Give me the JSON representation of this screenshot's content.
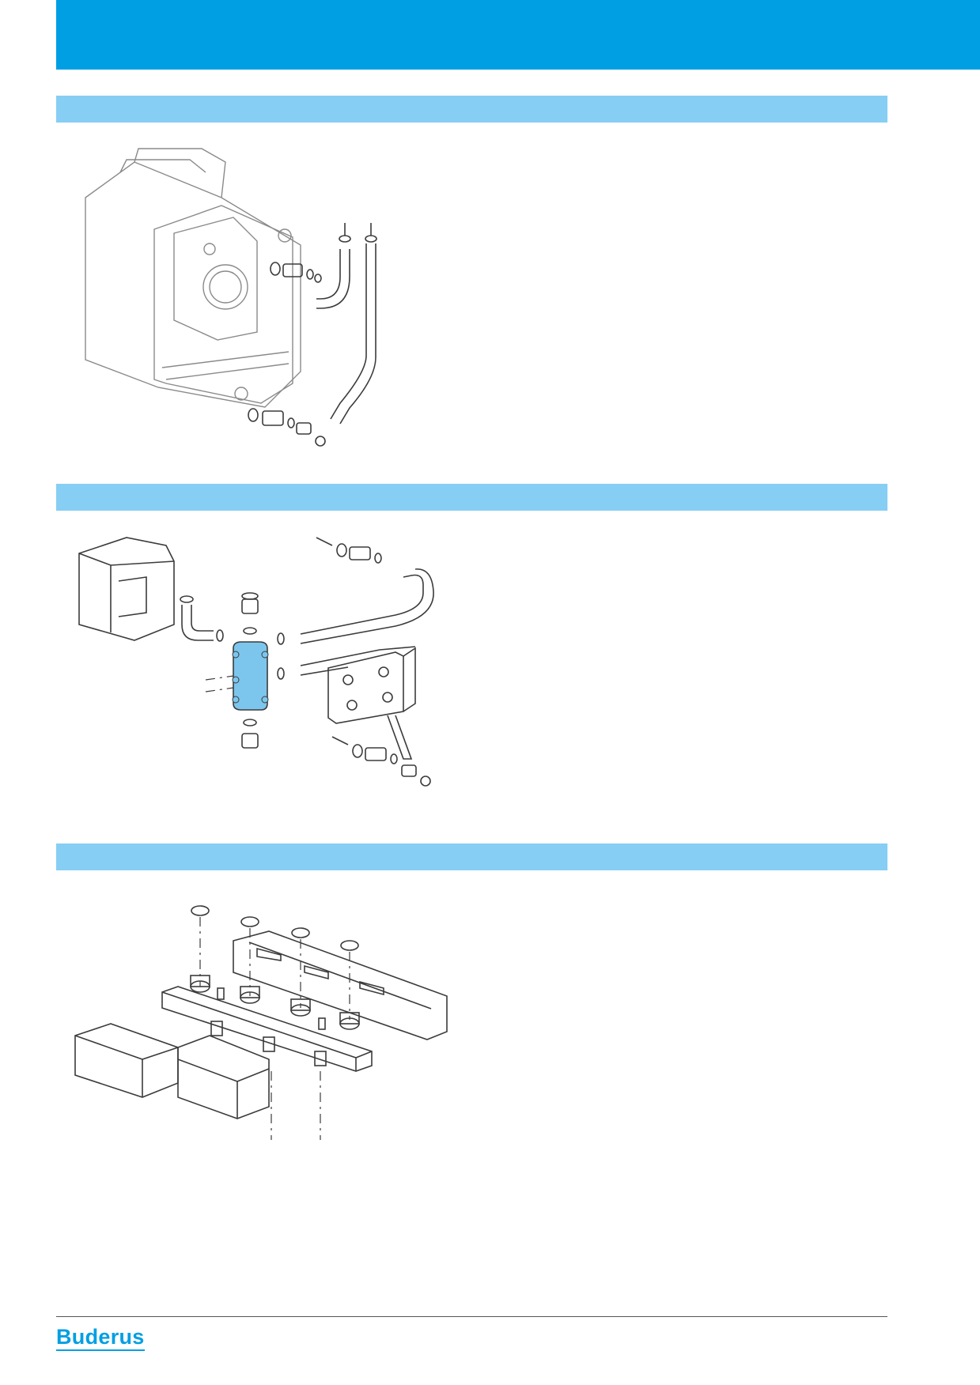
{
  "brand": {
    "logo_text": "Buderus"
  },
  "colors": {
    "banner": "#009fe3",
    "section_bar": "#87cef4",
    "highlight": "#7cc6ee"
  },
  "figures": [
    {
      "icon": "boiler-connection-exploded-drawing"
    },
    {
      "icon": "hydraulic-separator-exploded-drawing"
    },
    {
      "icon": "manifold-with-insulation-exploded-drawing"
    }
  ]
}
